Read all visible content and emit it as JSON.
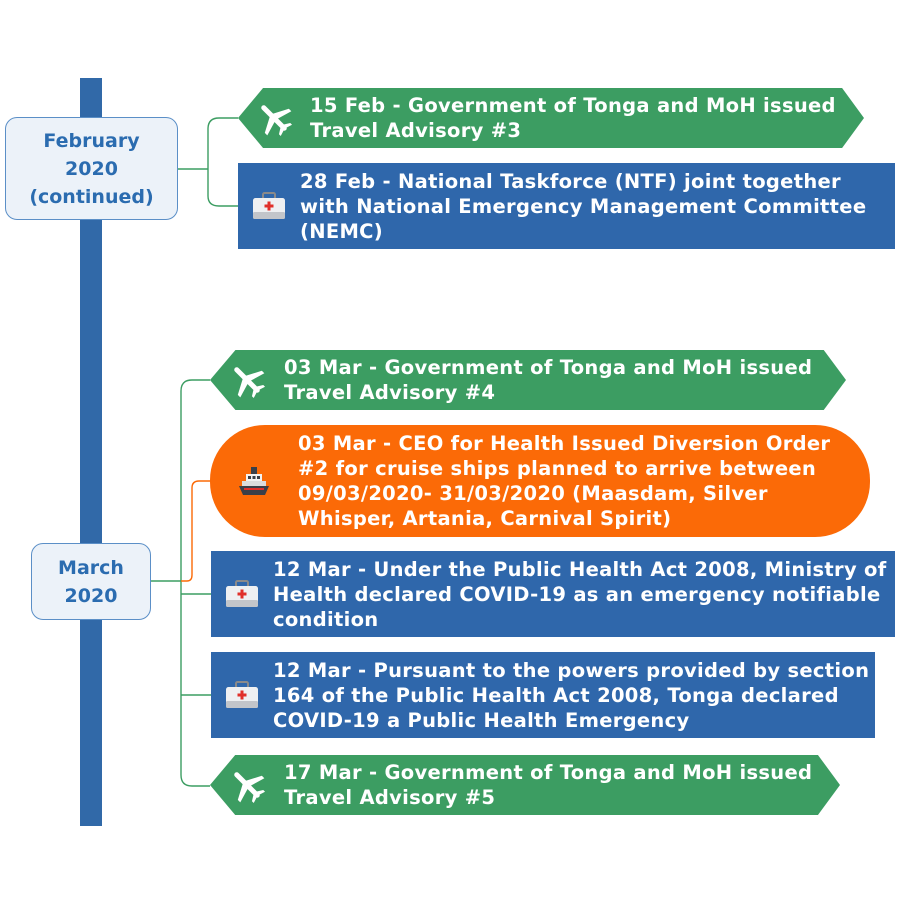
{
  "months": [
    {
      "label_lines": [
        "February",
        "2020",
        "(continued)"
      ]
    },
    {
      "label_lines": [
        "March",
        "2020"
      ]
    }
  ],
  "events": [
    {
      "icon": "airplane-icon",
      "style": "green",
      "lines": [
        "15 Feb - Government of Tonga and MoH issued",
        "Travel Advisory #3"
      ]
    },
    {
      "icon": "medical-kit-icon",
      "style": "blue",
      "lines": [
        "28 Feb - National Taskforce (NTF) joint together",
        "with National Emergency Management Committee",
        "(NEMC)"
      ]
    },
    {
      "icon": "airplane-icon",
      "style": "green",
      "lines": [
        "03 Mar - Government of Tonga and MoH issued",
        "Travel Advisory #4"
      ]
    },
    {
      "icon": "cruise-ship-icon",
      "style": "orange",
      "lines": [
        "03 Mar - CEO for Health Issued Diversion Order",
        "#2 for cruise ships planned to arrive between",
        "09/03/2020- 31/03/2020 (Maasdam, Silver",
        "Whisper, Artania, Carnival Spirit)"
      ]
    },
    {
      "icon": "medical-kit-icon",
      "style": "blue",
      "lines": [
        "12 Mar - Under the Public Health Act 2008, Ministry of",
        "Health declared COVID-19 as an emergency notifiable",
        "condition"
      ]
    },
    {
      "icon": "medical-kit-icon",
      "style": "blue",
      "lines": [
        "12 Mar - Pursuant to the powers provided by section",
        "164 of the Public Health Act 2008, Tonga declared",
        "COVID-19 a Public Health Emergency"
      ]
    },
    {
      "icon": "airplane-icon",
      "style": "green",
      "lines": [
        "17 Mar - Government of Tonga and MoH issued",
        "Travel Advisory #5"
      ]
    }
  ],
  "colors": {
    "spine": "#3169a8",
    "green": "#3c9d62",
    "blue": "#2f67ab",
    "orange": "#fb6a07",
    "connector_green": "#3c9d62",
    "connector_orange": "#fb6a07"
  }
}
